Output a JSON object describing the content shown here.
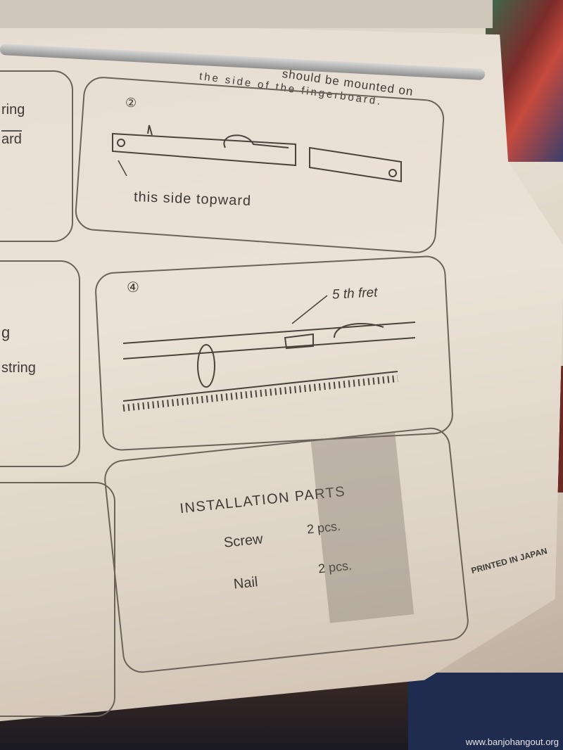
{
  "instructions": {
    "top_note_line1": "should be mounted on",
    "top_note_line2": "the  side  of  the  fingerboard.",
    "left_fragments": [
      "ring",
      "ard",
      "g",
      "string"
    ],
    "step2": {
      "number": "②",
      "caption": "this side topward"
    },
    "step4": {
      "number": "④",
      "label": "5 th fret"
    },
    "parts": {
      "title": "INSTALLATION PARTS",
      "items": [
        {
          "name": "Screw",
          "qty": "2 pcs."
        },
        {
          "name": "Nail",
          "qty": "2 pcs."
        }
      ]
    },
    "imprint": "PRINTED IN JAPAN"
  },
  "watermark": "www.banjohangout.org"
}
